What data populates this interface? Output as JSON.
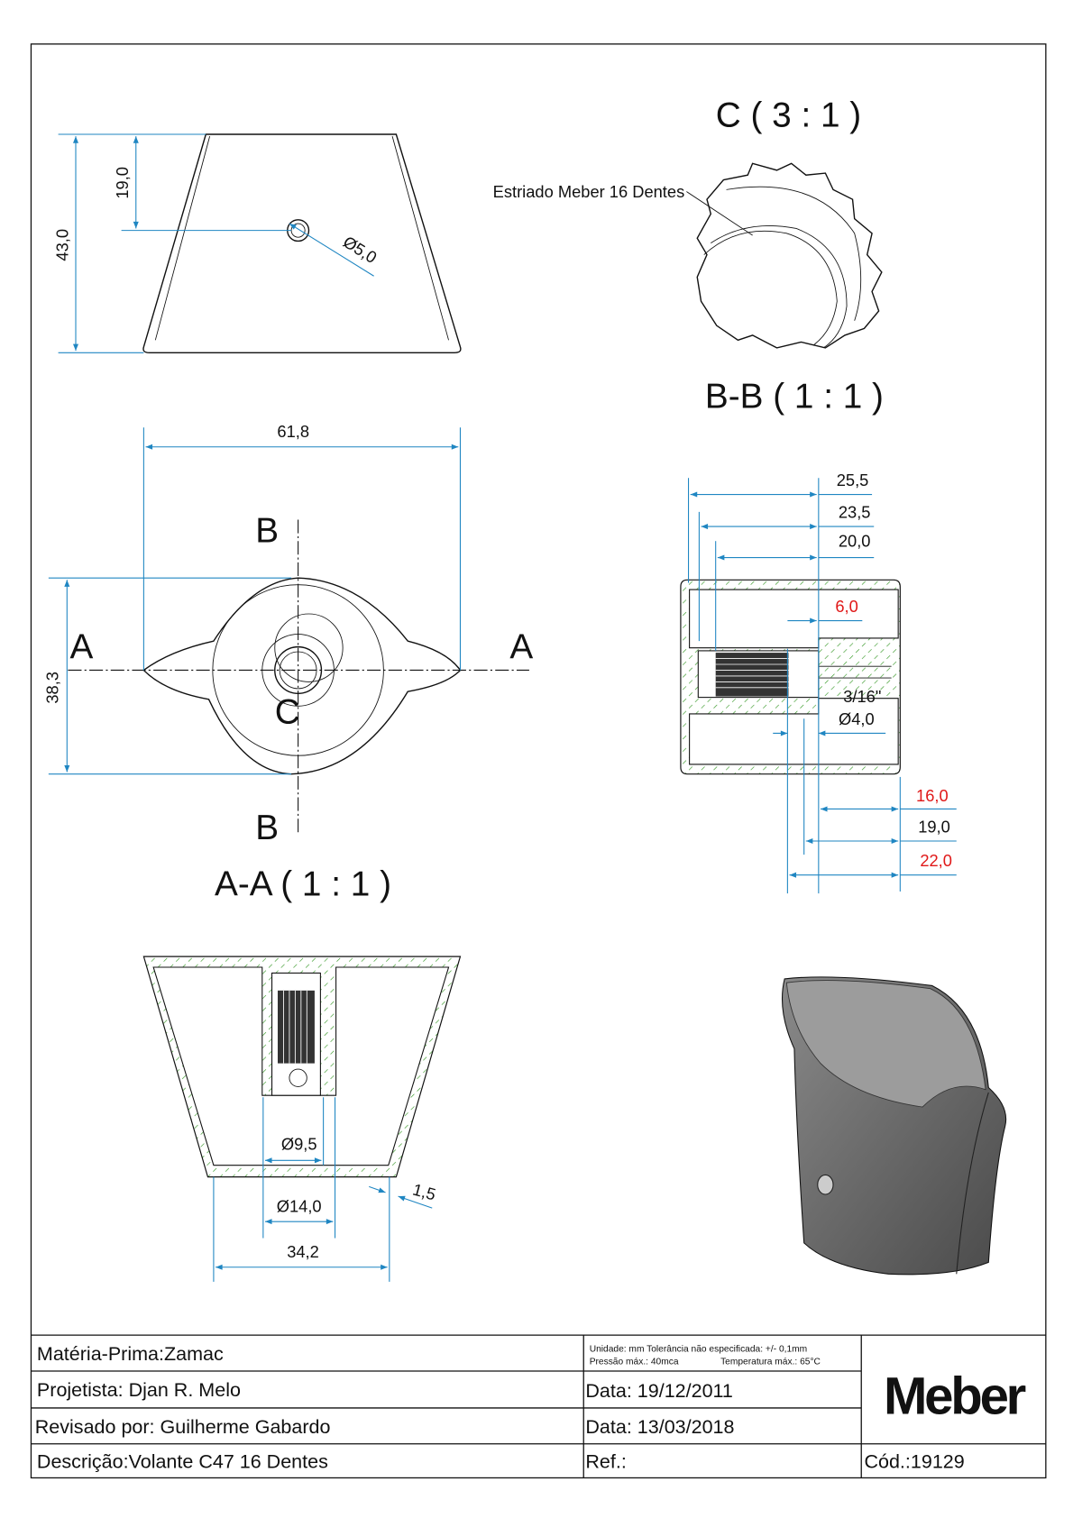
{
  "views": {
    "detail_c_title": "C ( 3 : 1 )",
    "detail_c_note": "Estriado Meber 16 Dentes",
    "section_bb_title": "B-B ( 1 : 1 )",
    "section_aa_title": "A-A ( 1 : 1 )",
    "label_b": "B",
    "label_a": "A",
    "label_c": "C"
  },
  "dimensions": {
    "front": {
      "height": "43,0",
      "hole_depth": "19,0",
      "hole_dia": "Ø5,0"
    },
    "top": {
      "width": "61,8",
      "depth": "38,3"
    },
    "bb": {
      "d1": "25,5",
      "d2": "23,5",
      "d3": "20,0",
      "d4": "6,0",
      "thread": "3/16\"",
      "hole": "Ø4,0",
      "d5": "16,0",
      "d6": "19,0",
      "d7": "22,0"
    },
    "aa": {
      "d1": "Ø9,5",
      "d2": "Ø14,0",
      "d3": "34,2",
      "wall": "1,5"
    }
  },
  "title_block": {
    "material_label": "Matéria-Prima:",
    "material": "Zamac",
    "designer_label": "Projetista:",
    "designer": "Djan R. Melo",
    "reviewer_label": "Revisado por:",
    "reviewer": "Guilherme Gabardo",
    "description_label": "Descrição:",
    "description": "Volante C47 16 Dentes",
    "notes_line1": "Unidade: mm Tolerância não especificada: +/- 0,1mm",
    "notes_line2_a": "Pressão máx.: 40mca",
    "notes_line2_b": "Temperatura máx.: 65°C",
    "date1": "Data: 19/12/2011",
    "date2": "Data: 13/03/2018",
    "ref": "Ref.:",
    "logo": "Meber",
    "code_label": "Cód.:",
    "code": "19129"
  },
  "colors": {
    "dimension": "#1f86c2",
    "highlight": "#e01818",
    "hatch": "#3a9a2a"
  }
}
